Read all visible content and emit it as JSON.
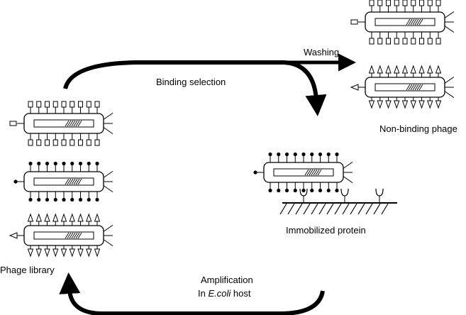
{
  "labels": {
    "washing": "Washing",
    "binding_selection": "Binding selection",
    "non_binding_phage": "Non-binding phage",
    "immobilized_protein": "Immobilized protein",
    "phage_library": "Phage library",
    "amplification": "Amplification",
    "in_prefix": "In ",
    "ecoli": "E.coli",
    "host_suffix": " host"
  },
  "colors": {
    "stroke": "#000000",
    "background": "#ffffff"
  },
  "phages": [
    {
      "name": "library-phage-square-tips",
      "group": "library",
      "tip": "square",
      "bottom_tip": "square"
    },
    {
      "name": "library-phage-dot-tips",
      "group": "library",
      "tip": "dot",
      "bottom_tip": "dot"
    },
    {
      "name": "library-phage-triangle-tips",
      "group": "library",
      "tip": "triangle",
      "bottom_tip": "triangle-down"
    },
    {
      "name": "bound-phage-dot-tips",
      "group": "bound",
      "tip": "dot",
      "bottom_tip": "dot"
    },
    {
      "name": "washed-phage-square-tips",
      "group": "non-binding",
      "tip": "square",
      "bottom_tip": "square"
    },
    {
      "name": "washed-phage-triangle-tips",
      "group": "non-binding",
      "tip": "triangle",
      "bottom_tip": "triangle-down"
    }
  ]
}
